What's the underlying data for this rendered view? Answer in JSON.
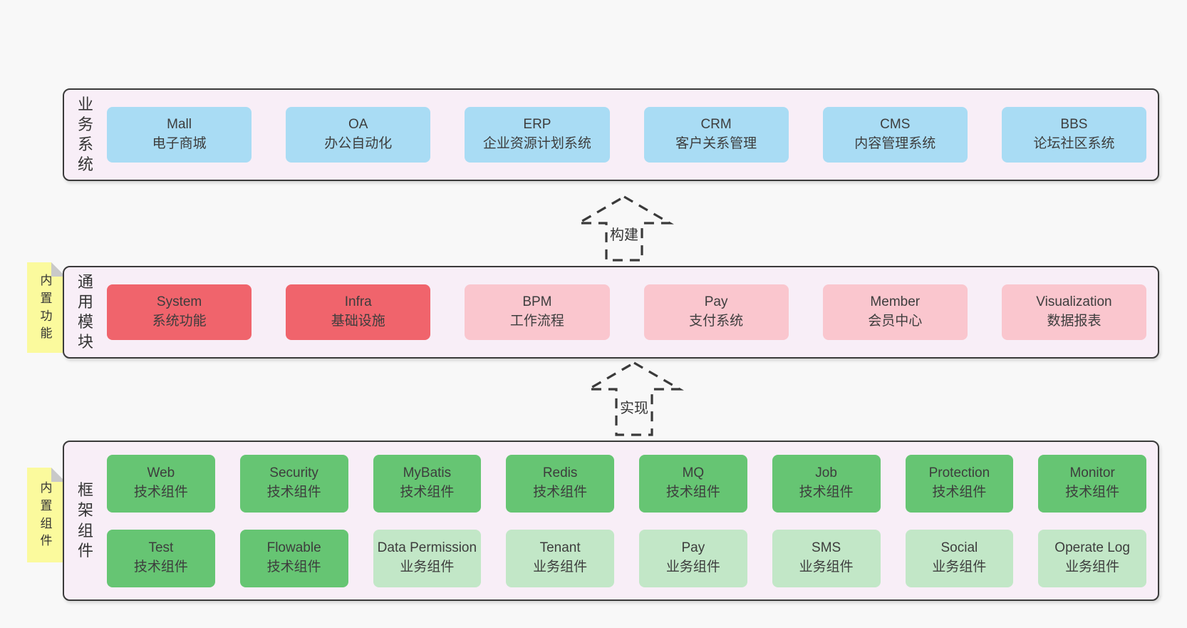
{
  "colors": {
    "page_bg": "#f8f8f8",
    "container_bg": "#f8eef7",
    "container_border": "#3a3a3a",
    "tag_bg": "#fbfa9d",
    "tag_fold": "#c9c9c9",
    "arrow": "#3a3a3a",
    "text": "#3d3d3d",
    "blue": "#a9dcf4",
    "red": "#f0646c",
    "pink": "#fac6ce",
    "green": "#66c573",
    "lightgreen": "#c2e7c7"
  },
  "arrows": [
    {
      "label": "构建"
    },
    {
      "label": "实现"
    }
  ],
  "layers": [
    {
      "label": "业务系统",
      "tag": null,
      "boxes": [
        {
          "title": "Mall",
          "subtitle": "电子商城",
          "color": "blue"
        },
        {
          "title": "OA",
          "subtitle": "办公自动化",
          "color": "blue"
        },
        {
          "title": "ERP",
          "subtitle": "企业资源计划系统",
          "color": "blue"
        },
        {
          "title": "CRM",
          "subtitle": "客户关系管理",
          "color": "blue"
        },
        {
          "title": "CMS",
          "subtitle": "内容管理系统",
          "color": "blue"
        },
        {
          "title": "BBS",
          "subtitle": "论坛社区系统",
          "color": "blue"
        }
      ]
    },
    {
      "label": "通用模块",
      "tag": "内置功能",
      "boxes": [
        {
          "title": "System",
          "subtitle": "系统功能",
          "color": "red"
        },
        {
          "title": "Infra",
          "subtitle": "基础设施",
          "color": "red"
        },
        {
          "title": "BPM",
          "subtitle": "工作流程",
          "color": "pink"
        },
        {
          "title": "Pay",
          "subtitle": "支付系统",
          "color": "pink"
        },
        {
          "title": "Member",
          "subtitle": "会员中心",
          "color": "pink"
        },
        {
          "title": "Visualization",
          "subtitle": "数据报表",
          "color": "pink"
        }
      ]
    },
    {
      "label": "框架组件",
      "tag": "内置组件",
      "rows": [
        [
          {
            "title": "Web",
            "subtitle": "技术组件",
            "color": "green"
          },
          {
            "title": "Security",
            "subtitle": "技术组件",
            "color": "green"
          },
          {
            "title": "MyBatis",
            "subtitle": "技术组件",
            "color": "green"
          },
          {
            "title": "Redis",
            "subtitle": "技术组件",
            "color": "green"
          },
          {
            "title": "MQ",
            "subtitle": "技术组件",
            "color": "green"
          },
          {
            "title": "Job",
            "subtitle": "技术组件",
            "color": "green"
          },
          {
            "title": "Protection",
            "subtitle": "技术组件",
            "color": "green"
          },
          {
            "title": "Monitor",
            "subtitle": "技术组件",
            "color": "green"
          }
        ],
        [
          {
            "title": "Test",
            "subtitle": "技术组件",
            "color": "green"
          },
          {
            "title": "Flowable",
            "subtitle": "技术组件",
            "color": "green"
          },
          {
            "title": "Data Permission",
            "subtitle": "业务组件",
            "color": "lightgreen"
          },
          {
            "title": "Tenant",
            "subtitle": "业务组件",
            "color": "lightgreen"
          },
          {
            "title": "Pay",
            "subtitle": "业务组件",
            "color": "lightgreen"
          },
          {
            "title": "SMS",
            "subtitle": "业务组件",
            "color": "lightgreen"
          },
          {
            "title": "Social",
            "subtitle": "业务组件",
            "color": "lightgreen"
          },
          {
            "title": "Operate Log",
            "subtitle": "业务组件",
            "color": "lightgreen"
          }
        ]
      ]
    }
  ]
}
